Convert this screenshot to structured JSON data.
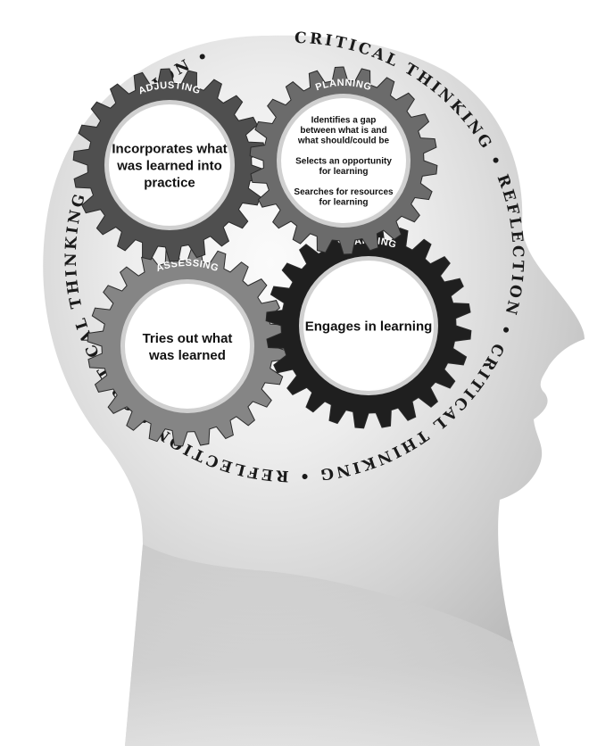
{
  "ring": {
    "segments": [
      "CRITICAL THINKING",
      "REFLECTION",
      "CRITICAL THINKING",
      "REFLECTION",
      "CRITICAL THINKING",
      "REFLECTION"
    ]
  },
  "gears": {
    "planning": {
      "label": "PLANNING",
      "lines": [
        "Identifies a gap",
        "between what is and",
        "what should/could be",
        "",
        "Selects an opportunity",
        "for learning",
        "",
        "Searches for resources",
        "for learning"
      ],
      "color": "#6b6b6b"
    },
    "adjusting": {
      "label": "ADJUSTING",
      "lines": [
        "Incorporates what",
        "was learned into",
        "practice"
      ],
      "color": "#4f4f4f"
    },
    "assessing": {
      "label": "ASSESSING",
      "lines": [
        "Tries out what",
        "was learned"
      ],
      "color": "#858585"
    },
    "learning": {
      "label": "LEARNING",
      "lines": [
        "Engages in learning"
      ],
      "color": "#1f1f1f"
    }
  },
  "colors": {
    "head_light": "#f2f2f2",
    "head_mid": "#c9c9c9",
    "head_dark": "#a7a7a7",
    "gear_face": "#ffffff"
  }
}
